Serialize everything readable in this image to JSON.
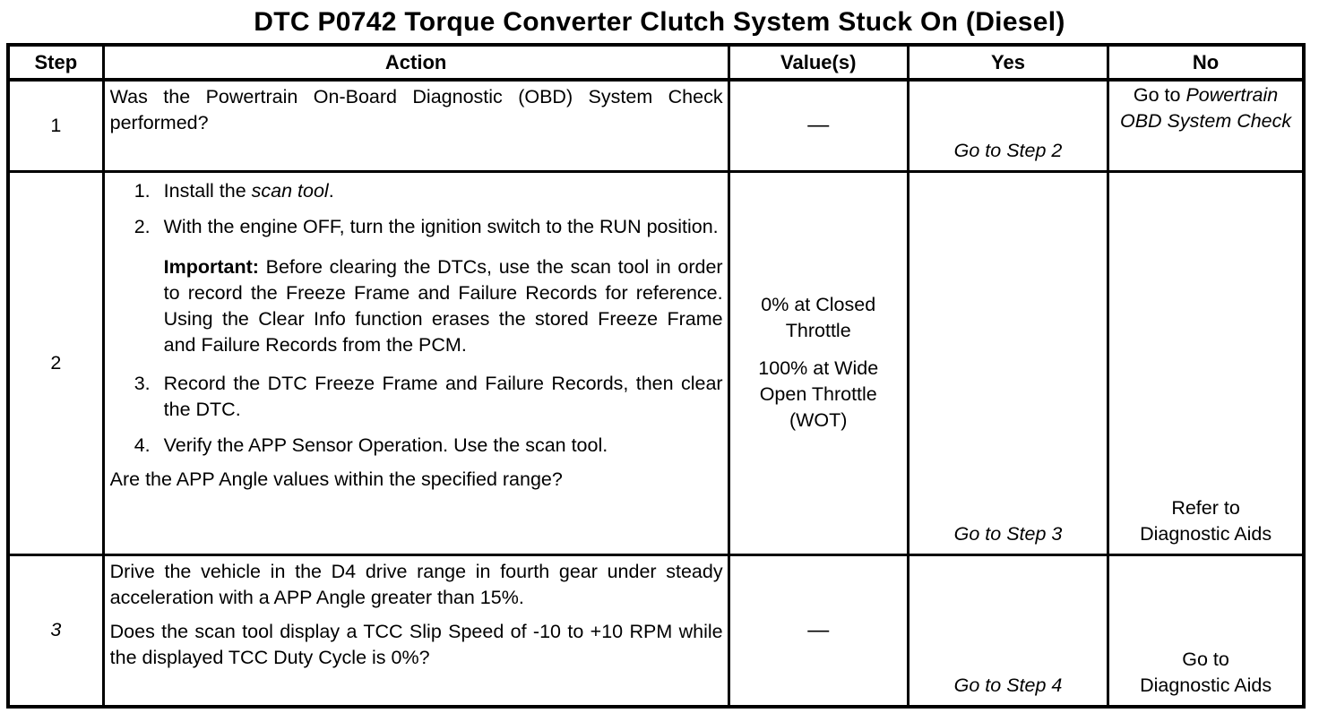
{
  "title": "DTC P0742 Torque Converter Clutch System Stuck On (Diesel)",
  "table": {
    "headers": {
      "step": "Step",
      "action": "Action",
      "values": "Value(s)",
      "yes": "Yes",
      "no": "No"
    },
    "rows": [
      {
        "step": "1",
        "action": "Was the Powertrain On-Board Diagnostic (OBD) System Check performed?",
        "value": "—",
        "yes": "Go to Step 2",
        "no_pre": "Go to ",
        "no_italic": "Powertrain OBD System Check"
      },
      {
        "step": "2",
        "item1_num": "1.",
        "item1_pre": "Install the ",
        "item1_italic": "scan tool",
        "item1_post": ".",
        "item2_num": "2.",
        "item2_text": "With the engine OFF, turn the ignition switch to the RUN position.",
        "important_label": "Important:",
        "important_text": " Before clearing the DTCs, use the scan tool in order to record the Freeze Frame and Failure Records for reference. Using the Clear Info function erases the stored Freeze Frame and Failure Records from the PCM.",
        "item3_num": "3.",
        "item3_text": "Record the DTC Freeze Frame and Failure Records, then clear the DTC.",
        "item4_num": "4.",
        "item4_text": "Verify the APP Sensor Operation. Use the scan tool.",
        "question": "Are the APP Angle values within the specified range?",
        "values": [
          "0% at Closed Throttle",
          "100% at Wide Open Throttle (WOT)"
        ],
        "yes": "Go to Step 3",
        "no_lines": [
          "Refer to",
          "Diagnostic Aids"
        ]
      },
      {
        "step": "3",
        "para1": "Drive the vehicle in the D4 drive range in fourth gear under steady acceleration with a APP Angle greater than 15%.",
        "para2": "Does the scan tool display a TCC Slip Speed of -10 to +10 RPM while the displayed TCC Duty Cycle is 0%?",
        "value": "—",
        "yes": "Go to Step 4",
        "no_lines": [
          "Go to",
          "Diagnostic Aids"
        ]
      }
    ]
  }
}
